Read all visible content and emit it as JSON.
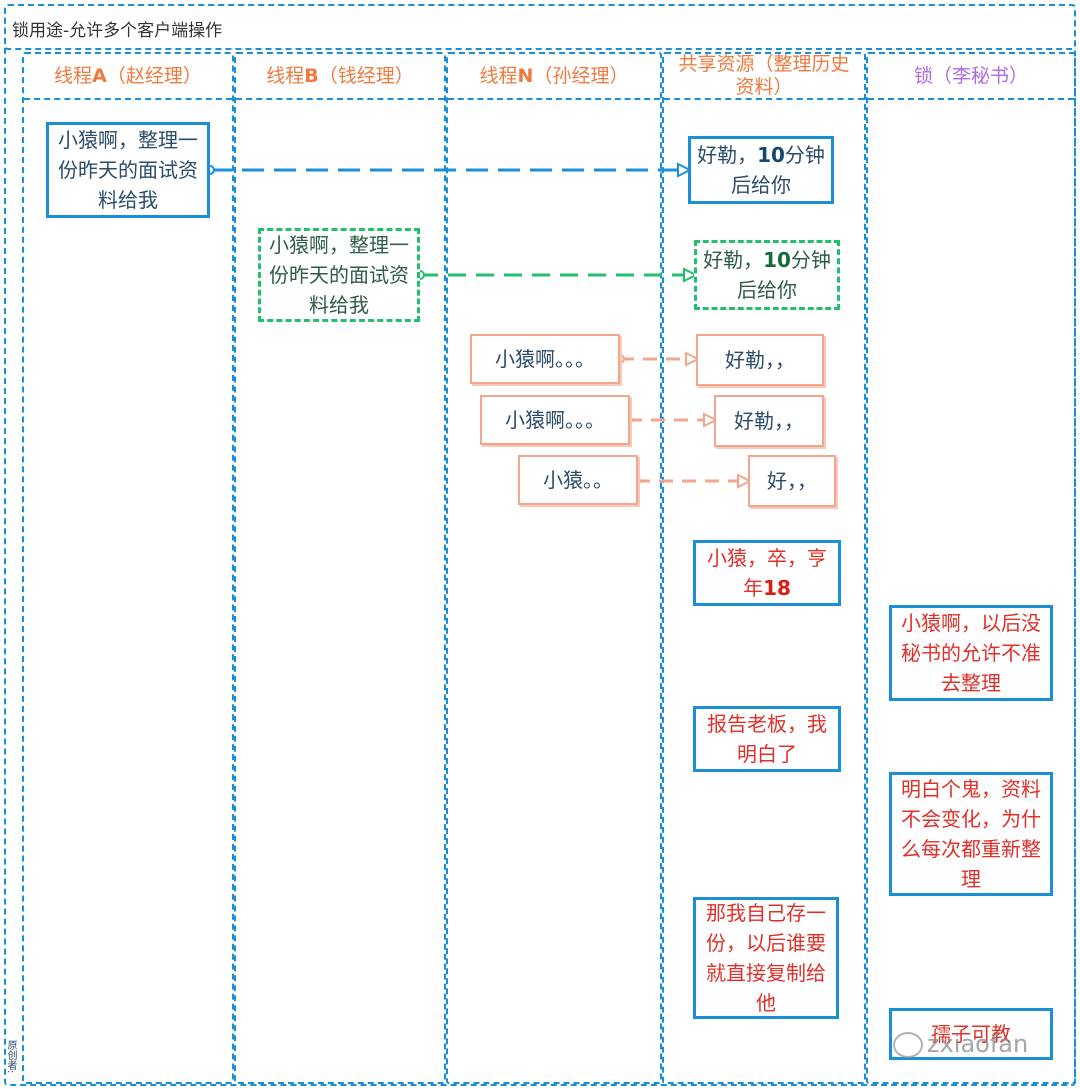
{
  "diagram": {
    "title": "锁用途-允许多个客户端操作",
    "columns": [
      {
        "prefix": "线程",
        "letter": "A",
        "suffix": "（赵经理）"
      },
      {
        "prefix": "线程",
        "letter": "B",
        "suffix": "（钱经理）"
      },
      {
        "prefix": "线程",
        "letter": "N",
        "suffix": "（孙经理）"
      },
      {
        "label": "共享资源（整理历史资料）"
      },
      {
        "label": "锁（李秘书）"
      }
    ],
    "requests": {
      "a": "小猿啊，整理一份昨天的面试资料给我",
      "b": "小猿啊，整理一份昨天的面试资料给我",
      "n1": "小猿啊。。。",
      "n2": "小猿啊。。。",
      "n3": "小猿。。"
    },
    "replies": {
      "a_pre": "好勒，",
      "a_num": "10",
      "a_post": "分钟后给你",
      "b_pre": "好勒，",
      "b_num": "10",
      "b_post": "分钟后给你",
      "n1": "好勒，，",
      "n2": "好勒，，",
      "n3": "好，，"
    },
    "resource_notes": {
      "died_pre": "小猿，卒，亨年",
      "died_num": "18",
      "report": "报告老板，我明白了",
      "save_copy": "那我自己存一份，以后谁要就直接复制给他"
    },
    "lock_notes": {
      "rule": "小猿啊，以后没秘书的允许不准去整理",
      "scold": "明白个鬼，资料不会变化，为什么每次都重新整理",
      "praise": "孺子可教"
    },
    "watermark": "zxiaofan",
    "side_mark": "原创者:"
  },
  "colors": {
    "frame": "#1a8fd8",
    "thread_head": "#f07a3e",
    "lock_head": "#b16be0",
    "green": "#22c06e",
    "salmon": "#f2a78c",
    "red_text": "#e0302a"
  }
}
